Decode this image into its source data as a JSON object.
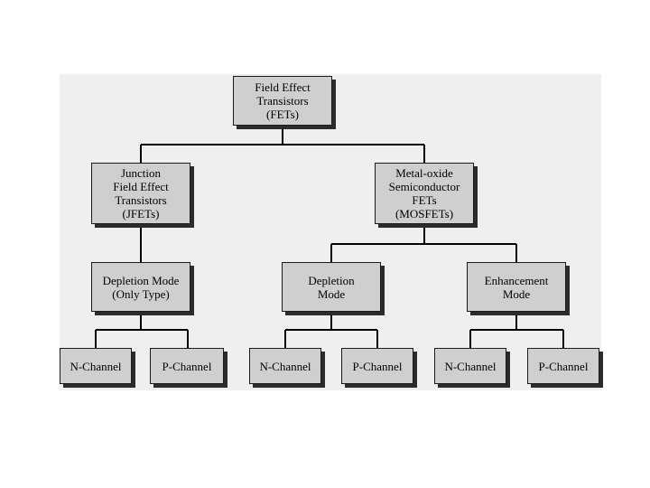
{
  "nodes": {
    "root": [
      "Field Effect",
      "Transistors",
      "(FETs)"
    ],
    "jfet": [
      "Junction",
      "Field Effect",
      "Transistors",
      "(JFETs)"
    ],
    "mosfet": [
      "Metal-oxide",
      "Semiconductor",
      "FETs",
      "(MOSFETs)"
    ],
    "jfet_depletion": [
      "Depletion Mode",
      "(Only Type)"
    ],
    "mosfet_depletion": [
      "Depletion",
      "Mode"
    ],
    "mosfet_enhancement": [
      "Enhancement",
      "Mode"
    ],
    "leaf_1": "N-Channel",
    "leaf_2": "P-Channel",
    "leaf_3": "N-Channel",
    "leaf_4": "P-Channel",
    "leaf_5": "N-Channel",
    "leaf_6": "P-Channel"
  },
  "colors": {
    "panel": "#efefef",
    "node_fill": "#cfcfcf",
    "node_border": "#1a1a1a",
    "line": "#000000"
  }
}
